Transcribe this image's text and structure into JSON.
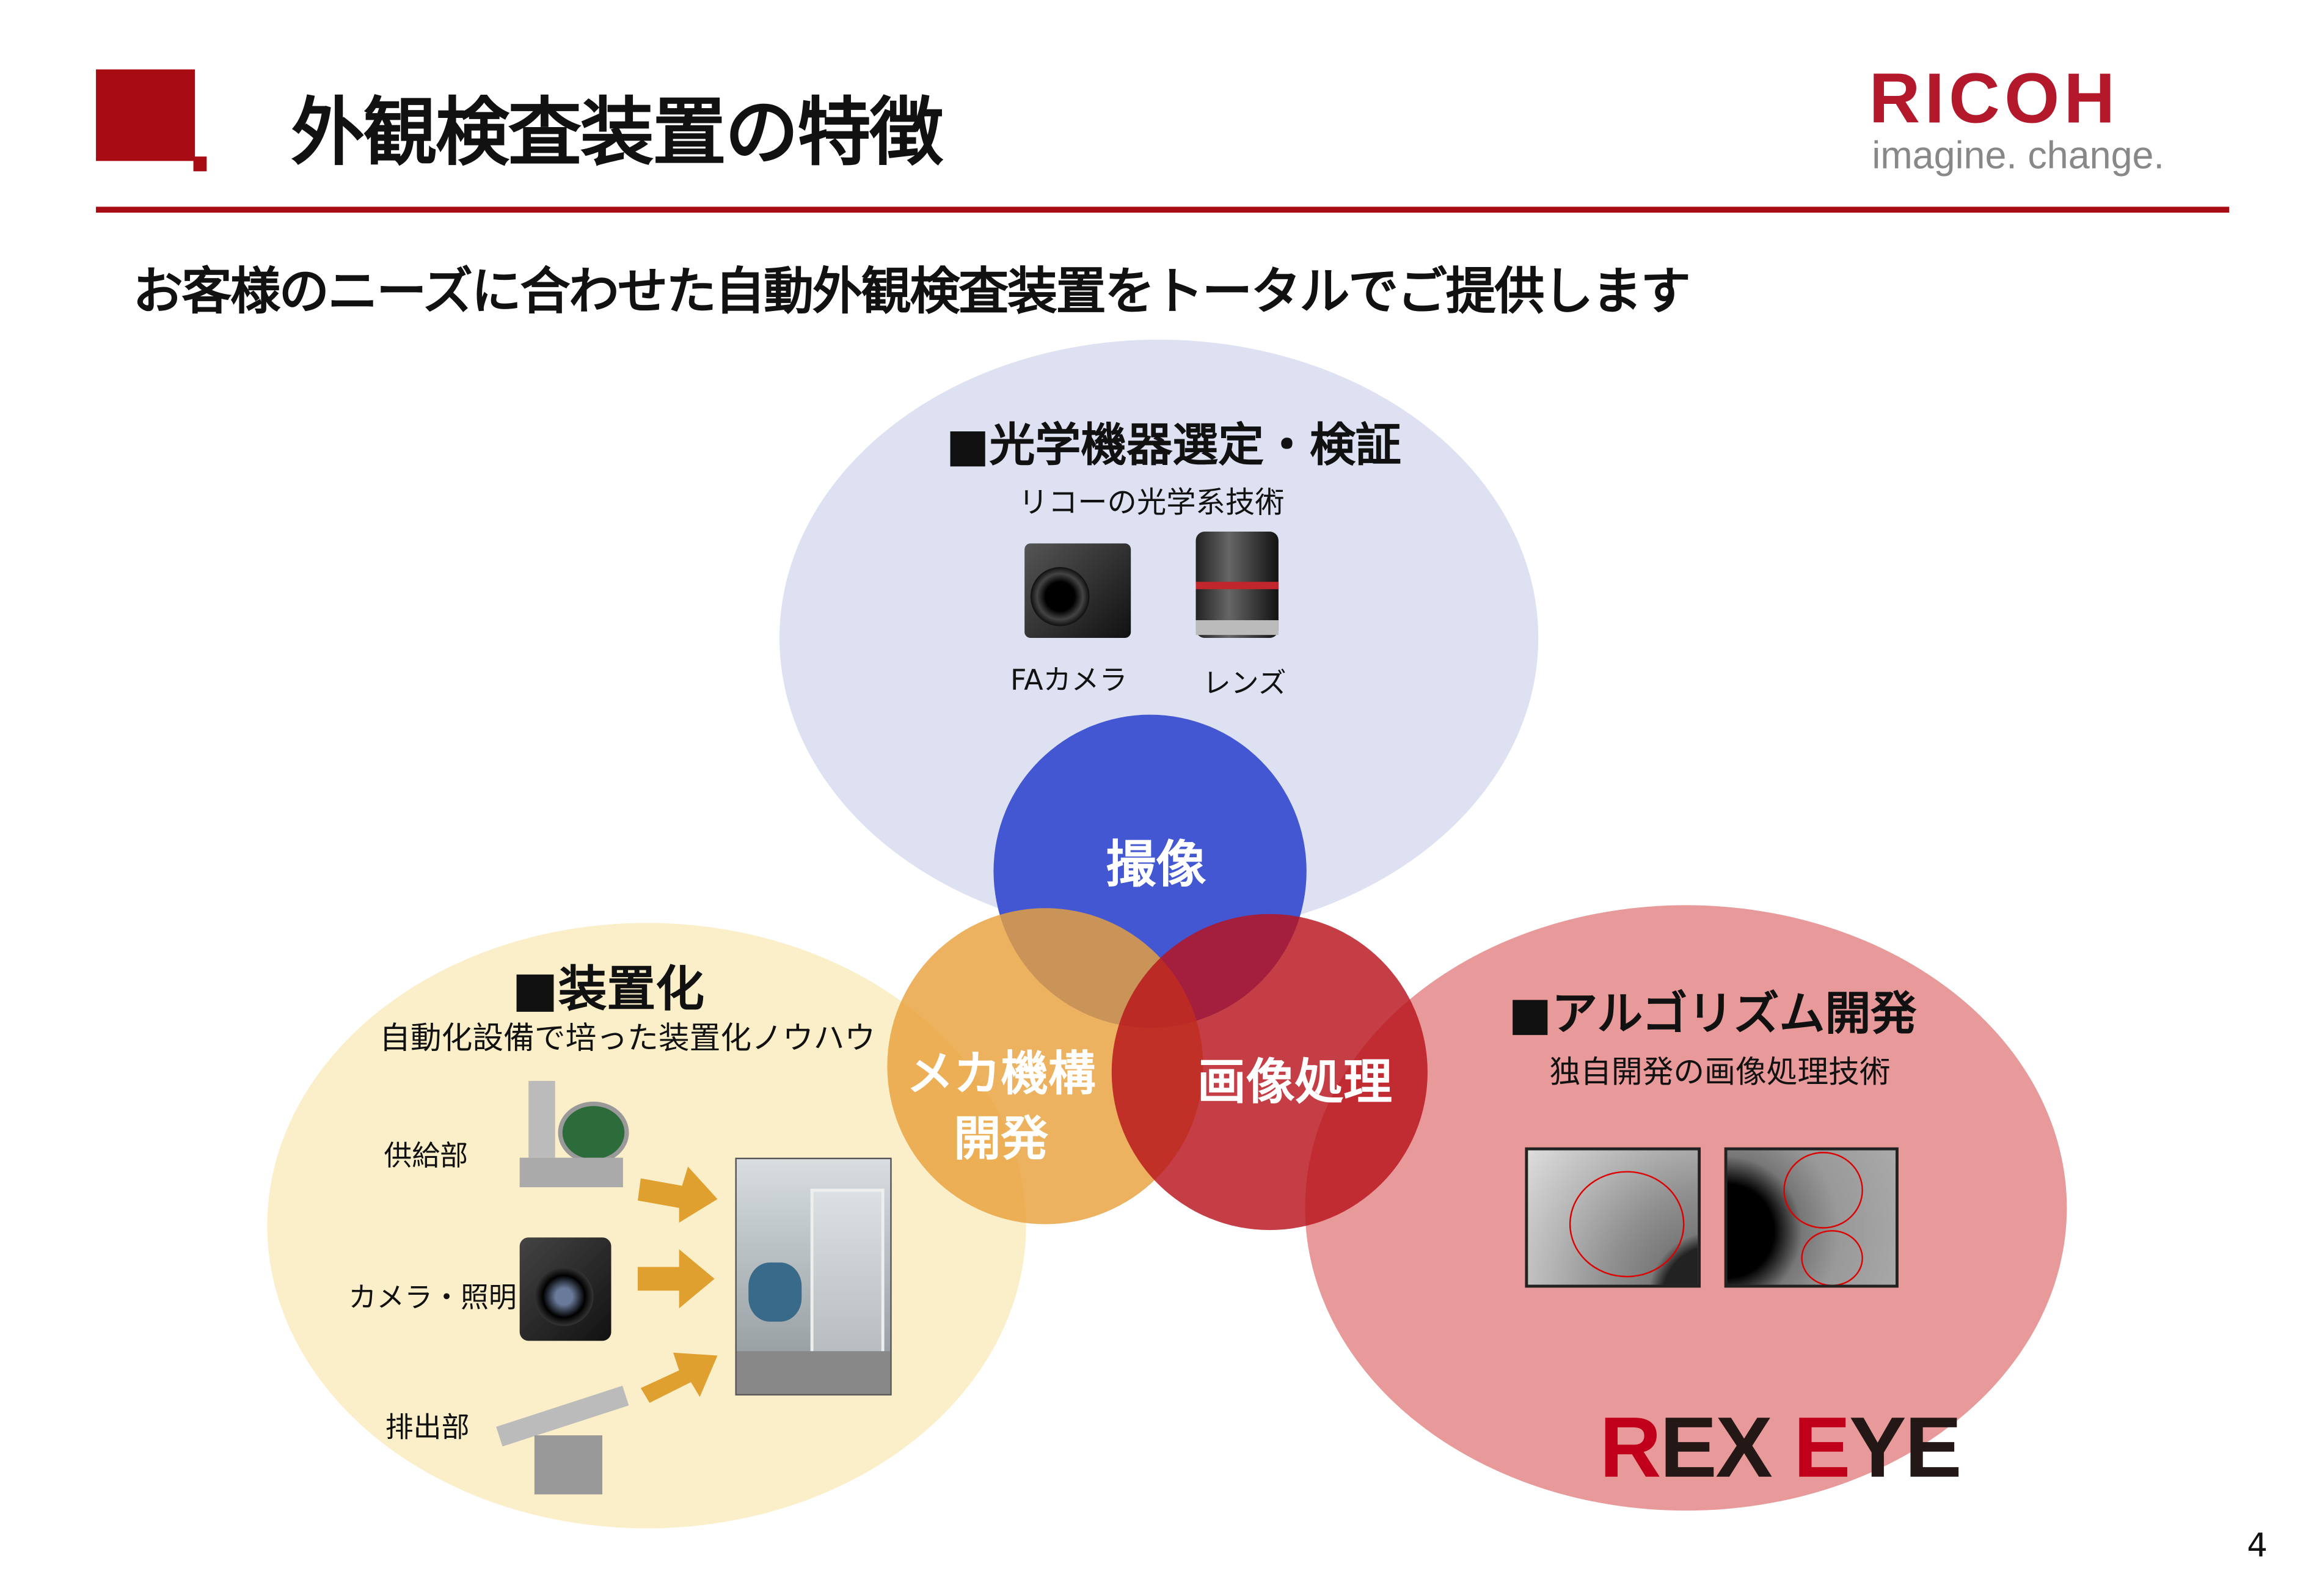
{
  "header": {
    "title": "外観検査装置の特徴",
    "logo_text": "RICOH",
    "logo_tagline": "imagine. change.",
    "subtitle": "お客様のニーズに合わせた自動外観検査装置をトータルでご提供します"
  },
  "optics": {
    "title": "■光学機器選定・検証",
    "subtitle": "リコーの光学系技術",
    "camera_label": "FAカメラ",
    "lens_label": "レンズ"
  },
  "device": {
    "title": "■装置化",
    "subtitle": "自動化設備で培った装置化ノウハウ",
    "items": [
      "供給部",
      "カメラ・照明",
      "排出部"
    ]
  },
  "algorithm": {
    "title": "■アルゴリズム開発",
    "subtitle": "独自開発の画像処理技術",
    "brand_part1": "R",
    "brand_part2": "EX ",
    "brand_part3": "E",
    "brand_part4": "YE"
  },
  "core": {
    "imaging": "撮像",
    "mechanical_line1": "メカ機構",
    "mechanical_line2": "開発",
    "image_processing": "画像処理"
  },
  "page_number": "4",
  "colors": {
    "brand_red": "#a80c12",
    "optics_bg": "#dde1f1",
    "device_bg": "#fbefc9",
    "algo_bg": "#e8999a",
    "imaging": "#4257d1",
    "mechanical": "#e8a13c",
    "processing": "#c0262b"
  }
}
